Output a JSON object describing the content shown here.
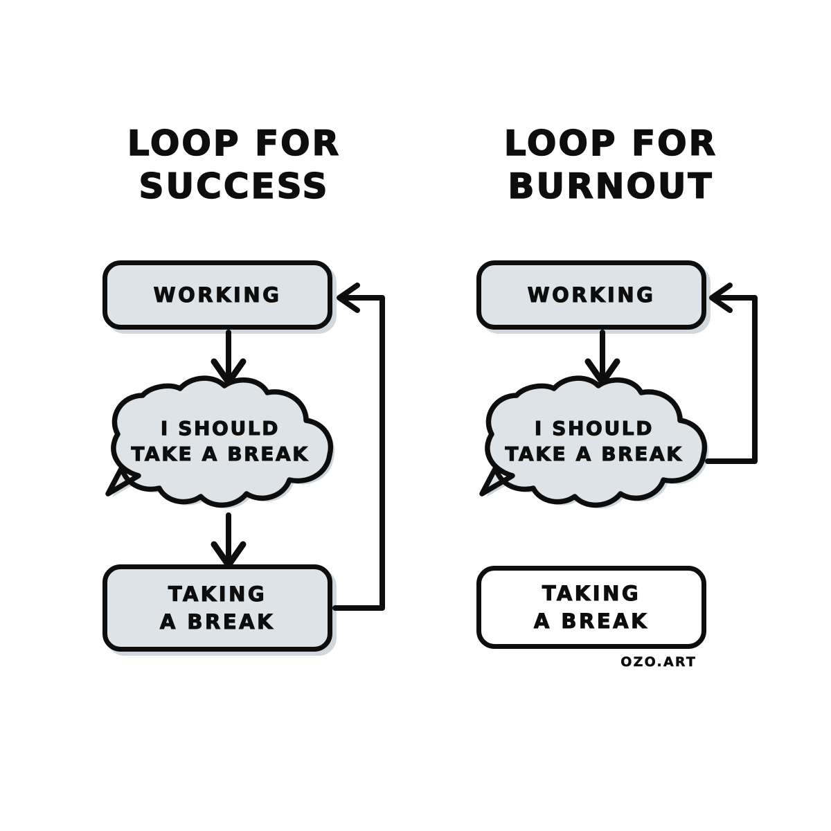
{
  "meta": {
    "background_color": "#ffffff",
    "ink_color": "#0d0d0d",
    "fill_color": "#dde3e6",
    "shadow_color": "#cdd6db"
  },
  "watermark": {
    "text": "OZO.ART"
  },
  "panels": [
    {
      "id": "success",
      "title": "LOOP FOR\nSUCCESS",
      "nodes": {
        "working": "WORKING",
        "thought": "I SHOULD\nTAKE A BREAK",
        "break": "TAKING\nA BREAK"
      },
      "node_states": {
        "working": "filled",
        "thought": "filled",
        "break": "filled"
      },
      "connectors": [
        {
          "name": "working-to-thought",
          "kind": "arrow-down"
        },
        {
          "name": "thought-to-break",
          "kind": "arrow-down"
        },
        {
          "name": "break-to-working-loop",
          "kind": "loop-back",
          "from": "break",
          "to": "working"
        }
      ]
    },
    {
      "id": "burnout",
      "title": "LOOP FOR\nBURNOUT",
      "nodes": {
        "working": "WORKING",
        "thought": "I SHOULD\nTAKE A BREAK",
        "break": "TAKING\nA BREAK"
      },
      "node_states": {
        "working": "filled",
        "thought": "filled",
        "break": "hollow"
      },
      "connectors": [
        {
          "name": "working-to-thought",
          "kind": "arrow-down"
        },
        {
          "name": "thought-to-working-loop",
          "kind": "loop-back",
          "from": "thought",
          "to": "working"
        }
      ]
    }
  ],
  "chart_data": {
    "type": "diagram",
    "title": "Loop For Success vs Loop For Burnout",
    "diagram_kind": "flowchart-comparison",
    "panels": [
      {
        "label": "LOOP FOR SUCCESS",
        "nodes": [
          {
            "id": "working",
            "text": "WORKING",
            "shape": "rounded-rect",
            "filled": true
          },
          {
            "id": "thought",
            "text": "I SHOULD TAKE A BREAK",
            "shape": "thought-cloud",
            "filled": true
          },
          {
            "id": "break",
            "text": "TAKING A BREAK",
            "shape": "rounded-rect",
            "filled": true
          }
        ],
        "edges": [
          {
            "from": "working",
            "to": "thought"
          },
          {
            "from": "thought",
            "to": "break"
          },
          {
            "from": "break",
            "to": "working"
          }
        ]
      },
      {
        "label": "LOOP FOR BURNOUT",
        "nodes": [
          {
            "id": "working",
            "text": "WORKING",
            "shape": "rounded-rect",
            "filled": true
          },
          {
            "id": "thought",
            "text": "I SHOULD TAKE A BREAK",
            "shape": "thought-cloud",
            "filled": true
          },
          {
            "id": "break",
            "text": "TAKING A BREAK",
            "shape": "rounded-rect",
            "filled": false
          }
        ],
        "edges": [
          {
            "from": "working",
            "to": "thought"
          },
          {
            "from": "thought",
            "to": "working"
          }
        ]
      }
    ]
  }
}
